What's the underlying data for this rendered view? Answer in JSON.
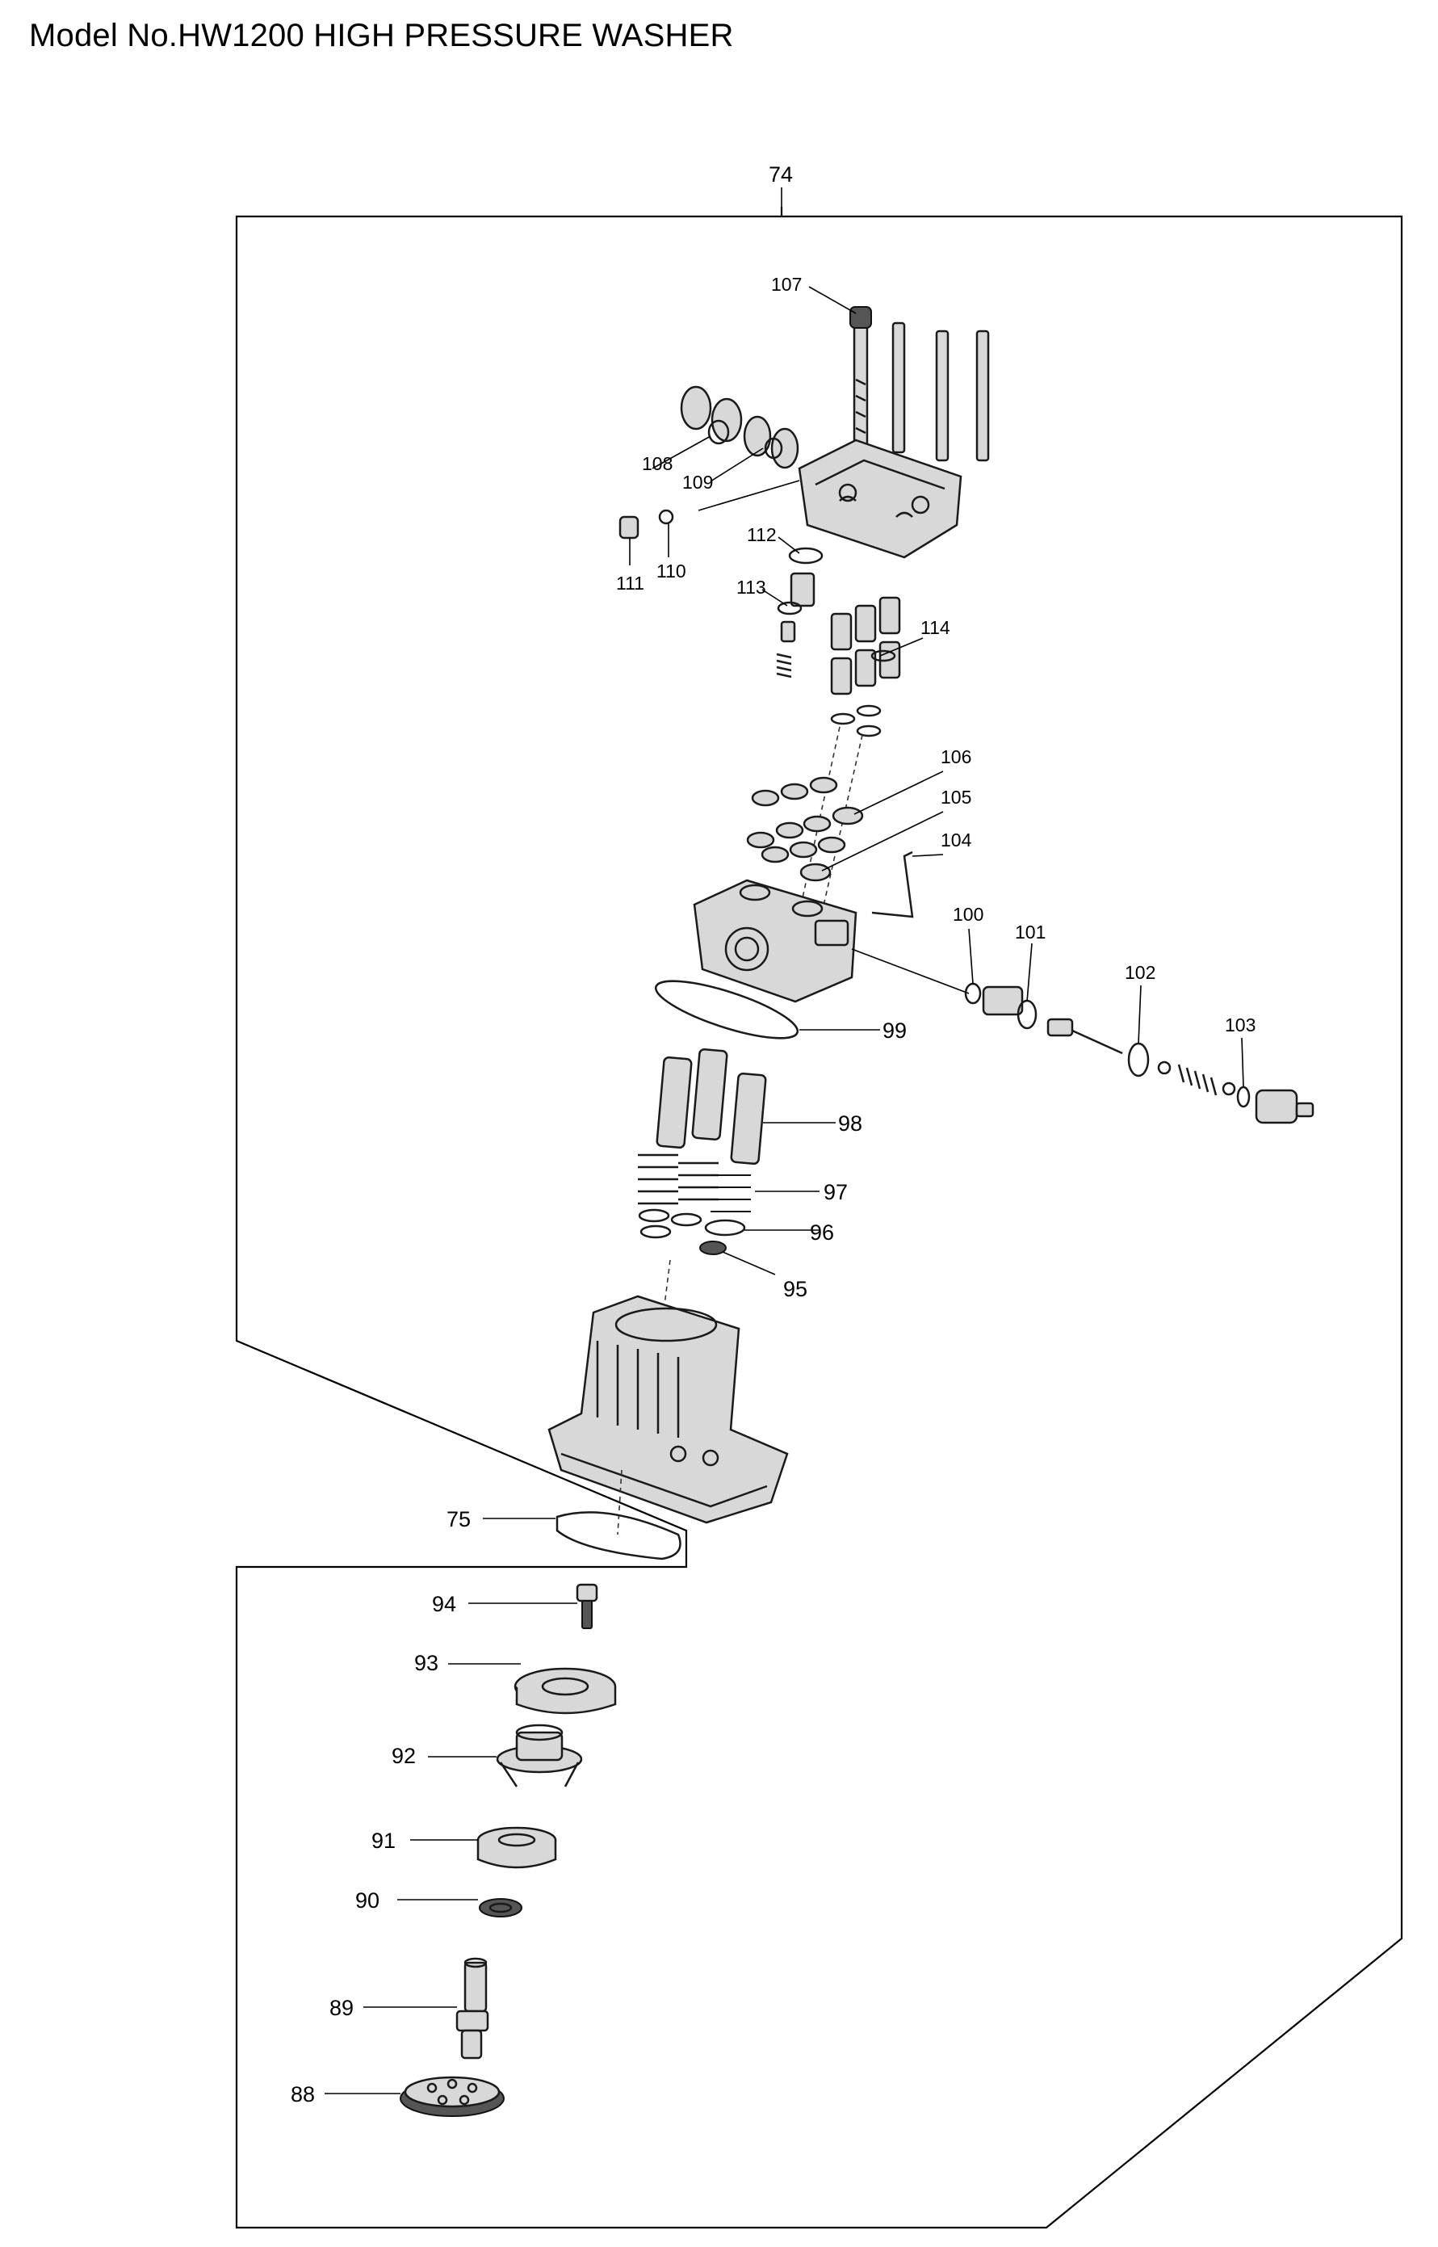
{
  "title": "Model No.HW1200 HIGH PRESSURE WASHER",
  "callouts": {
    "p74": "74",
    "p107": "107",
    "p108": "108",
    "p109": "109",
    "p110": "110",
    "p111": "111",
    "p112": "112",
    "p113": "113",
    "p114": "114",
    "p106": "106",
    "p105": "105",
    "p104": "104",
    "p100": "100",
    "p101": "101",
    "p102": "102",
    "p103": "103",
    "p99": "99",
    "p98": "98",
    "p97": "97",
    "p96": "96",
    "p95": "95",
    "p75": "75",
    "p94": "94",
    "p93": "93",
    "p92": "92",
    "p91": "91",
    "p90": "90",
    "p89": "89",
    "p88": "88"
  }
}
